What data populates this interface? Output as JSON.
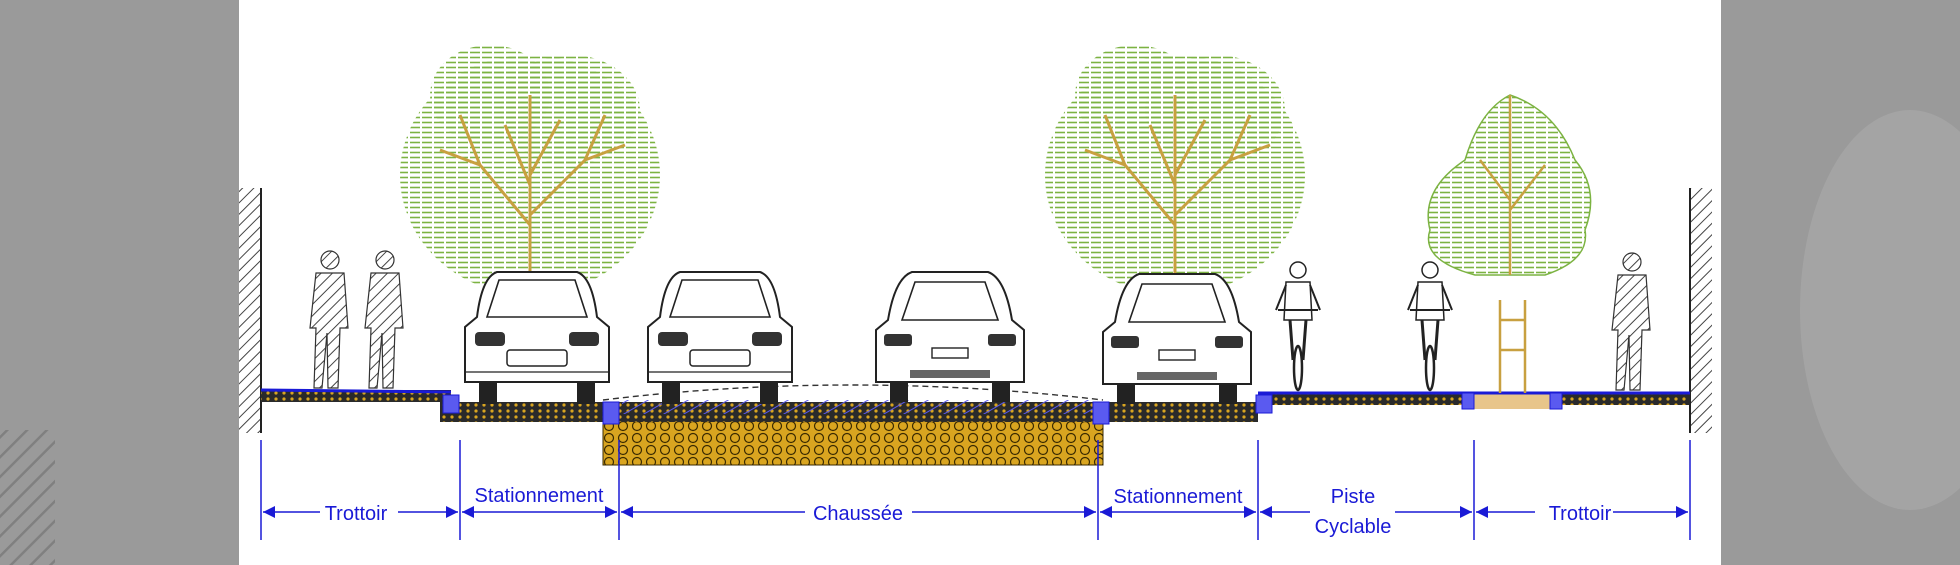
{
  "diagram": {
    "zones": [
      {
        "id": "trottoir-left",
        "lines": [
          "Trottoir"
        ]
      },
      {
        "id": "stationnement-left",
        "lines": [
          "Stationnement"
        ]
      },
      {
        "id": "chaussee",
        "lines": [
          "Chaussée"
        ]
      },
      {
        "id": "stationnement-right",
        "lines": [
          "Stationnement"
        ]
      },
      {
        "id": "piste-cyclable",
        "lines": [
          "Piste",
          "Cyclable"
        ]
      },
      {
        "id": "trottoir-right",
        "lines": [
          "Trottoir"
        ]
      }
    ]
  },
  "colors": {
    "background": "#9a9a9a",
    "panel": "#ffffff",
    "dimension_blue": "#1a1ad6",
    "curb_blue": "#5a5af0",
    "foliage_green": "#7cb342",
    "trunk": "#c8a040",
    "gravel": "#d9a520",
    "asphalt": "#222222"
  },
  "icons": [
    "building-wall-icon",
    "tree-icon",
    "car-front-icon",
    "car-rear-icon",
    "pedestrian-icon",
    "cyclist-icon",
    "tree-guard-icon"
  ]
}
